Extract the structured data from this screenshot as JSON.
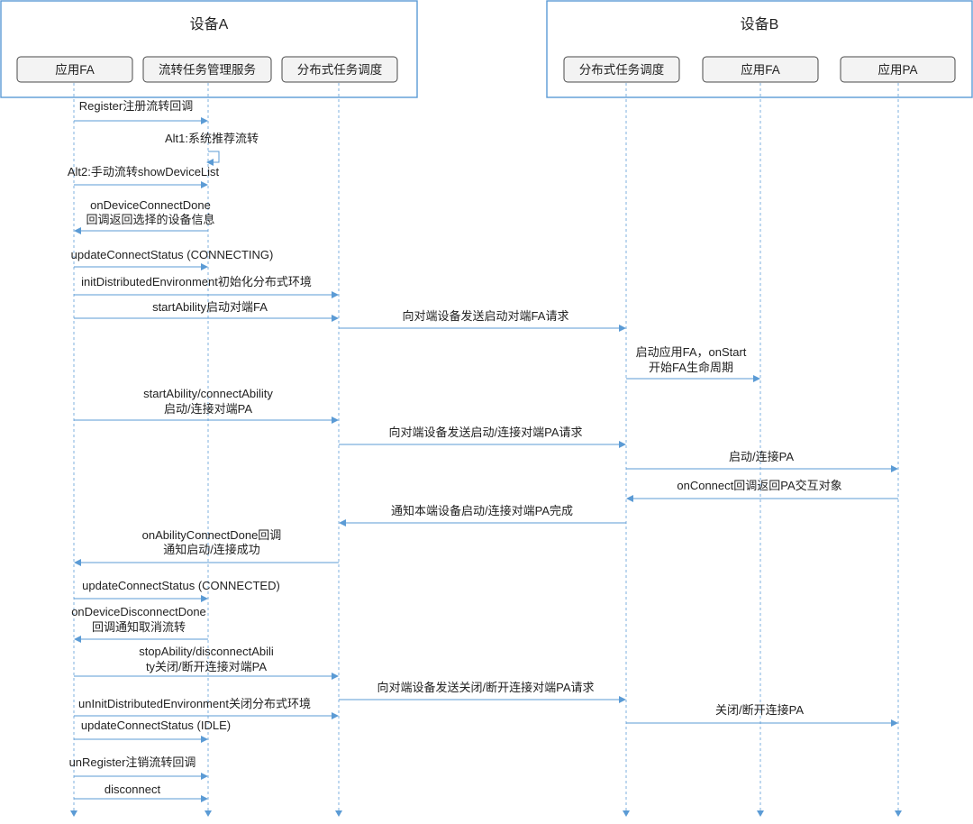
{
  "devices": [
    {
      "title": "设备A"
    },
    {
      "title": "设备B"
    }
  ],
  "actors": [
    {
      "label": "应用FA"
    },
    {
      "label": "流转任务管理服务"
    },
    {
      "label": "分布式任务调度"
    },
    {
      "label": "分布式任务调度"
    },
    {
      "label": "应用FA"
    },
    {
      "label": "应用PA"
    }
  ],
  "messages": [
    {
      "from": 0,
      "to": 1,
      "lines": [
        "Register注册流转回调"
      ]
    },
    {
      "from": 1,
      "to": 1,
      "self": true,
      "lines": [
        "Alt1:系统推荐流转"
      ]
    },
    {
      "from": 0,
      "to": 1,
      "lines": [
        "Alt2:手动流转showDeviceList"
      ]
    },
    {
      "from": 1,
      "to": 0,
      "lines": [
        "onDeviceConnectDone",
        "回调返回选择的设备信息"
      ]
    },
    {
      "from": 0,
      "to": 1,
      "lines": [
        "updateConnectStatus (CONNECTING)"
      ]
    },
    {
      "from": 0,
      "to": 2,
      "lines": [
        "initDistributedEnvironment初始化分布式环境"
      ]
    },
    {
      "from": 0,
      "to": 2,
      "lines": [
        "startAbility启动对端FA"
      ]
    },
    {
      "from": 2,
      "to": 3,
      "lines": [
        "向对端设备发送启动对端FA请求"
      ]
    },
    {
      "from": 3,
      "to": 4,
      "lines": [
        "启动应用FA，onStart",
        "开始FA生命周期"
      ]
    },
    {
      "from": 0,
      "to": 2,
      "lines": [
        "startAbility/connectAbility",
        "启动/连接对端PA"
      ]
    },
    {
      "from": 2,
      "to": 3,
      "lines": [
        "向对端设备发送启动/连接对端PA请求"
      ]
    },
    {
      "from": 3,
      "to": 5,
      "lines": [
        "启动/连接PA"
      ]
    },
    {
      "from": 5,
      "to": 3,
      "lines": [
        "onConnect回调返回PA交互对象"
      ]
    },
    {
      "from": 3,
      "to": 2,
      "lines": [
        "通知本端设备启动/连接对端PA完成"
      ]
    },
    {
      "from": 2,
      "to": 0,
      "lines": [
        "onAbilityConnectDone回调",
        "通知启动/连接成功"
      ]
    },
    {
      "from": 0,
      "to": 1,
      "lines": [
        "updateConnectStatus (CONNECTED)"
      ]
    },
    {
      "from": 1,
      "to": 0,
      "lines": [
        "onDeviceDisconnectDone",
        "回调通知取消流转"
      ]
    },
    {
      "from": 0,
      "to": 2,
      "lines": [
        "stopAbility/disconnectAbili",
        "ty关闭/断开连接对端PA"
      ]
    },
    {
      "from": 2,
      "to": 3,
      "lines": [
        "向对端设备发送关闭/断开连接对端PA请求"
      ]
    },
    {
      "from": 0,
      "to": 2,
      "lines": [
        "unInitDistributedEnvironment关闭分布式环境"
      ]
    },
    {
      "from": 3,
      "to": 5,
      "lines": [
        "关闭/断开连接PA"
      ]
    },
    {
      "from": 0,
      "to": 1,
      "lines": [
        "updateConnectStatus (IDLE)"
      ]
    },
    {
      "from": 0,
      "to": 1,
      "lines": [
        "unRegister注销流转回调"
      ]
    },
    {
      "from": 0,
      "to": 1,
      "lines": [
        "disconnect"
      ]
    }
  ],
  "colors": {
    "frame": "#5b9bd5",
    "arrow": "#5b9bd5",
    "lifeline": "#7fb0df",
    "actor_fill": "#f3f3f3",
    "actor_border": "#4a4a4a",
    "text": "#222222"
  }
}
